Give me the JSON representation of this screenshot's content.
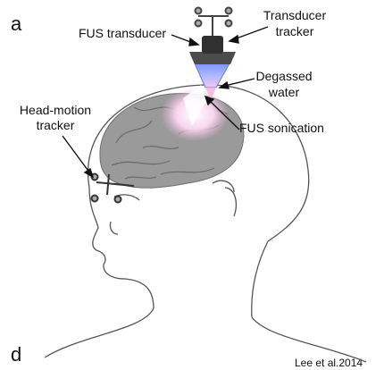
{
  "figure": {
    "panel_top": "a",
    "panel_bottom": "d",
    "credit": "Lee et al.2014",
    "labels": {
      "fus_transducer": "FUS transducer",
      "transducer_tracker_line1": "Transducer",
      "transducer_tracker_line2": "tracker",
      "degassed_water_line1": "Degassed",
      "degassed_water_line2": "water",
      "fus_sonication": "FUS sonication",
      "head_motion_tracker_line1": "Head-motion",
      "head_motion_tracker_line2": "tracker"
    }
  },
  "colors": {
    "brain_gray": "#9a9a9a",
    "sonication_pink": "#f2b8de",
    "water_blue": "#8fa6ff",
    "outline": "#555555"
  }
}
